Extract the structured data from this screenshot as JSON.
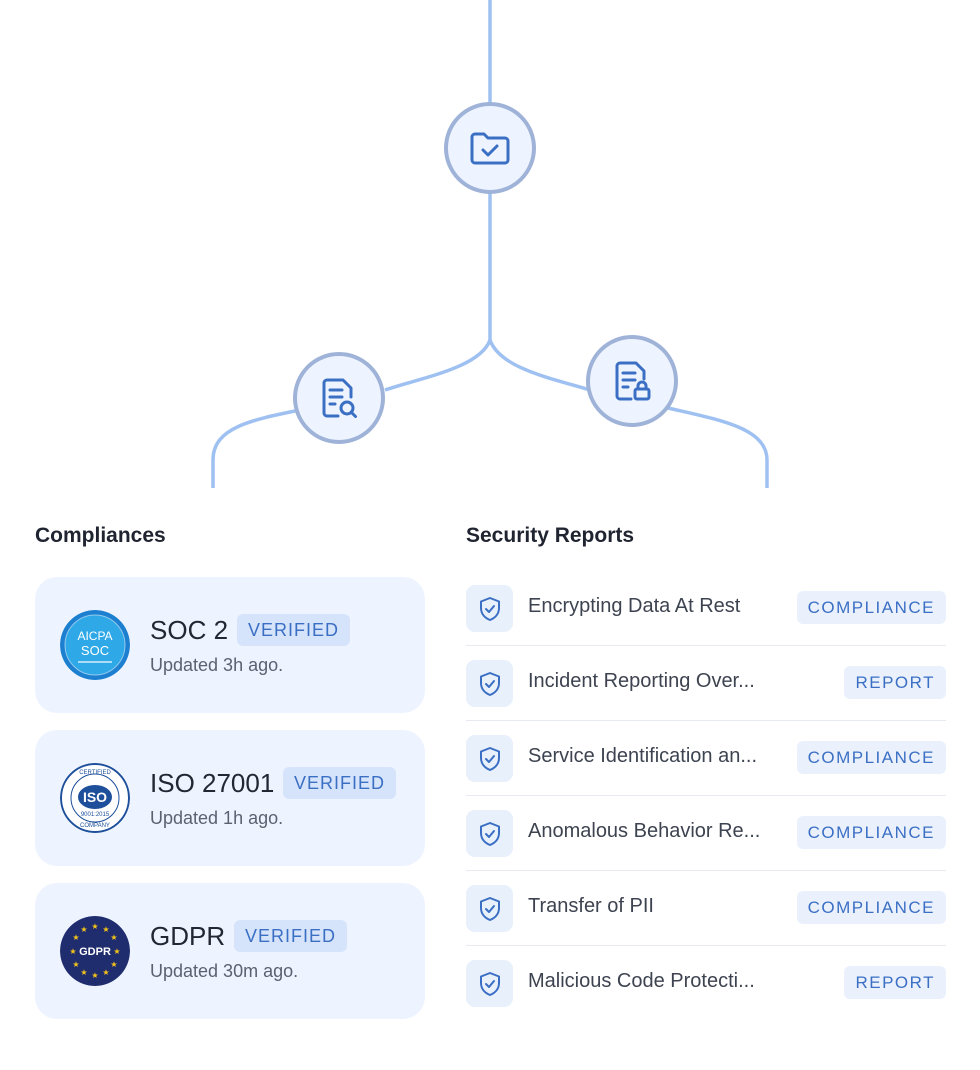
{
  "tree": {
    "top_icon": "folder-check-icon",
    "left_icon": "document-search-icon",
    "right_icon": "document-lock-icon"
  },
  "compliances": {
    "title": "Compliances",
    "items": [
      {
        "name": "SOC 2",
        "status": "VERIFIED",
        "updated": "Updated 3h ago.",
        "logo": "aicpa-soc-logo",
        "logo_text": [
          "AICPA",
          "SOC"
        ]
      },
      {
        "name": "ISO 27001",
        "status": "VERIFIED",
        "updated": "Updated 1h ago.",
        "logo": "iso-logo",
        "logo_text": [
          "CERTIFIED",
          "ISO",
          "9001:2015",
          "COMPANY"
        ]
      },
      {
        "name": "GDPR",
        "status": "VERIFIED",
        "updated": "Updated 30m ago.",
        "logo": "gdpr-logo",
        "logo_text": [
          "GDPR"
        ]
      }
    ]
  },
  "security_reports": {
    "title": "Security Reports",
    "items": [
      {
        "title": "Encrypting Data At Rest",
        "tag": "COMPLIANCE",
        "icon": "shield-check-icon"
      },
      {
        "title": "Incident Reporting Over...",
        "tag": "REPORT",
        "icon": "shield-check-icon"
      },
      {
        "title": "Service Identification an...",
        "tag": "COMPLIANCE",
        "icon": "shield-check-icon"
      },
      {
        "title": "Anomalous Behavior Re...",
        "tag": "COMPLIANCE",
        "icon": "shield-check-icon"
      },
      {
        "title": "Transfer of PII",
        "tag": "COMPLIANCE",
        "icon": "shield-check-icon"
      },
      {
        "title": "Malicious Code Protecti...",
        "tag": "REPORT",
        "icon": "shield-check-icon"
      }
    ]
  },
  "colors": {
    "accent": "#3b6fc4",
    "line": "#9fc1f2",
    "node_border": "#9fb3d8",
    "card_bg": "#eef4ff"
  }
}
